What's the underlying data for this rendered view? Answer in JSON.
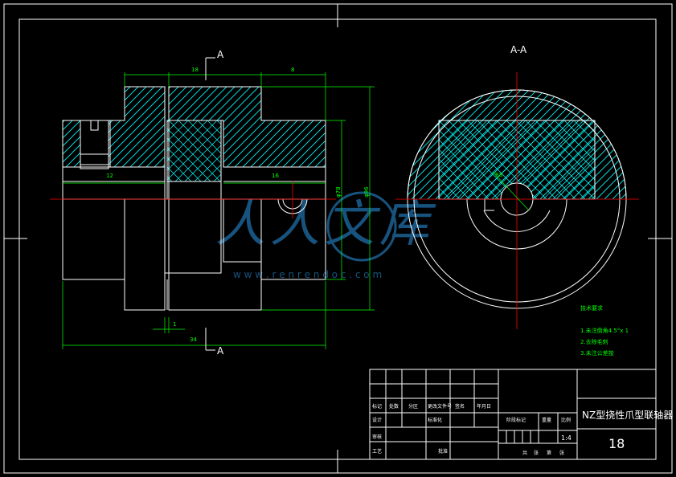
{
  "colors": {
    "background": "#000000",
    "outline": "#ffffff",
    "dimension": "#00ff00",
    "centerline": "#ff0000",
    "hatch": "#00ffff",
    "watermark": "#1f6fa8"
  },
  "section_labels": {
    "cut_top": "A",
    "cut_bottom": "A",
    "view_title": "A-A"
  },
  "dimensions": {
    "top_left": "18",
    "top_right": "8",
    "inner_left": "12",
    "inner_right": "16",
    "small_gap": "1",
    "overall_length": "34",
    "dia_inner": "φ78",
    "dia_outer": "φ96",
    "bore_radius": "R8"
  },
  "tech_requirements": {
    "heading": "技术要求",
    "items": [
      "1.未注倒角4.5°x 1",
      "2.去除毛刺",
      "3.未注公差按"
    ]
  },
  "title_block": {
    "part_name": "NZ型挠性爪型联轴器",
    "drawing_number": "18",
    "scale": "1:4",
    "row_labels": [
      "标记",
      "处数",
      "分区",
      "更改文件号",
      "签名",
      "年月日"
    ],
    "col_labels": [
      "阶段标记",
      "重量",
      "比例"
    ],
    "sign_labels": [
      "设计",
      "标准化",
      "审核",
      "工艺",
      "批准"
    ],
    "sheet_labels": [
      "共",
      "张",
      "第",
      "张"
    ]
  },
  "watermark": {
    "brand": "人人文库",
    "url": "w w w . r e n r e n d o c . c o m"
  }
}
